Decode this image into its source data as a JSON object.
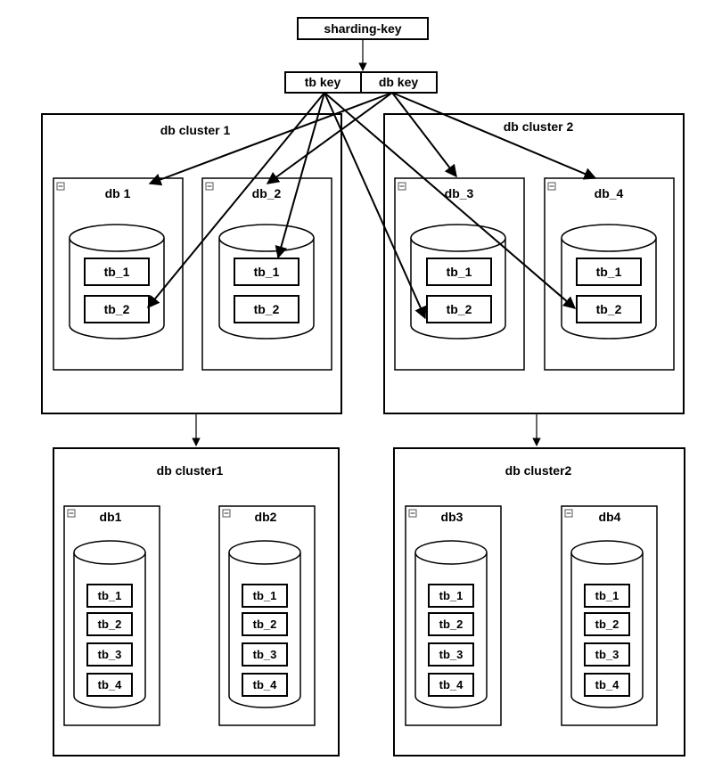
{
  "sharding_key": "sharding-key",
  "tb_key": "tb key",
  "db_key": "db key",
  "top": {
    "clusters": [
      {
        "label": "db cluster 1",
        "dbs": [
          {
            "label": "db 1",
            "tables": [
              "tb_1",
              "tb_2"
            ]
          },
          {
            "label": "db_2",
            "tables": [
              "tb_1",
              "tb_2"
            ]
          }
        ]
      },
      {
        "label": "db cluster 2",
        "dbs": [
          {
            "label": "db_3",
            "tables": [
              "tb_1",
              "tb_2"
            ]
          },
          {
            "label": "db_4",
            "tables": [
              "tb_1",
              "tb_2"
            ]
          }
        ]
      }
    ]
  },
  "bottom": {
    "clusters": [
      {
        "label": "db cluster1",
        "dbs": [
          {
            "label": "db1",
            "tables": [
              "tb_1",
              "tb_2",
              "tb_3",
              "tb_4"
            ]
          },
          {
            "label": "db2",
            "tables": [
              "tb_1",
              "tb_2",
              "tb_3",
              "tb_4"
            ]
          }
        ]
      },
      {
        "label": "db cluster2",
        "dbs": [
          {
            "label": "db3",
            "tables": [
              "tb_1",
              "tb_2",
              "tb_3",
              "tb_4"
            ]
          },
          {
            "label": "db4",
            "tables": [
              "tb_1",
              "tb_2",
              "tb_3",
              "tb_4"
            ]
          }
        ]
      }
    ]
  }
}
